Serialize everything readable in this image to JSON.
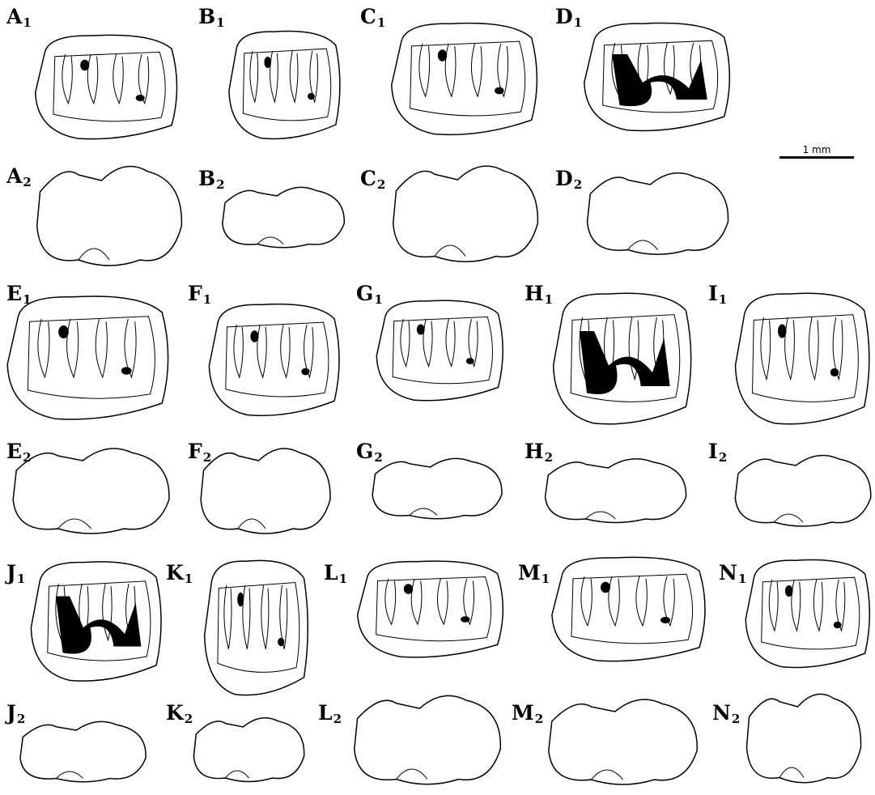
{
  "scale_bar": {
    "text": "1 mm"
  },
  "specimens": [
    {
      "letter": "A",
      "occlusal": "1",
      "lateral": "2"
    },
    {
      "letter": "B",
      "occlusal": "1",
      "lateral": "2"
    },
    {
      "letter": "C",
      "occlusal": "1",
      "lateral": "2"
    },
    {
      "letter": "D",
      "occlusal": "1",
      "lateral": "2"
    },
    {
      "letter": "E",
      "occlusal": "1",
      "lateral": "2"
    },
    {
      "letter": "F",
      "occlusal": "1",
      "lateral": "2"
    },
    {
      "letter": "G",
      "occlusal": "1",
      "lateral": "2"
    },
    {
      "letter": "H",
      "occlusal": "1",
      "lateral": "2"
    },
    {
      "letter": "I",
      "occlusal": "1",
      "lateral": "2"
    },
    {
      "letter": "J",
      "occlusal": "1",
      "lateral": "2"
    },
    {
      "letter": "K",
      "occlusal": "1",
      "lateral": "2"
    },
    {
      "letter": "L",
      "occlusal": "1",
      "lateral": "2"
    },
    {
      "letter": "M",
      "occlusal": "1",
      "lateral": "2"
    },
    {
      "letter": "N",
      "occlusal": "1",
      "lateral": "2"
    }
  ]
}
